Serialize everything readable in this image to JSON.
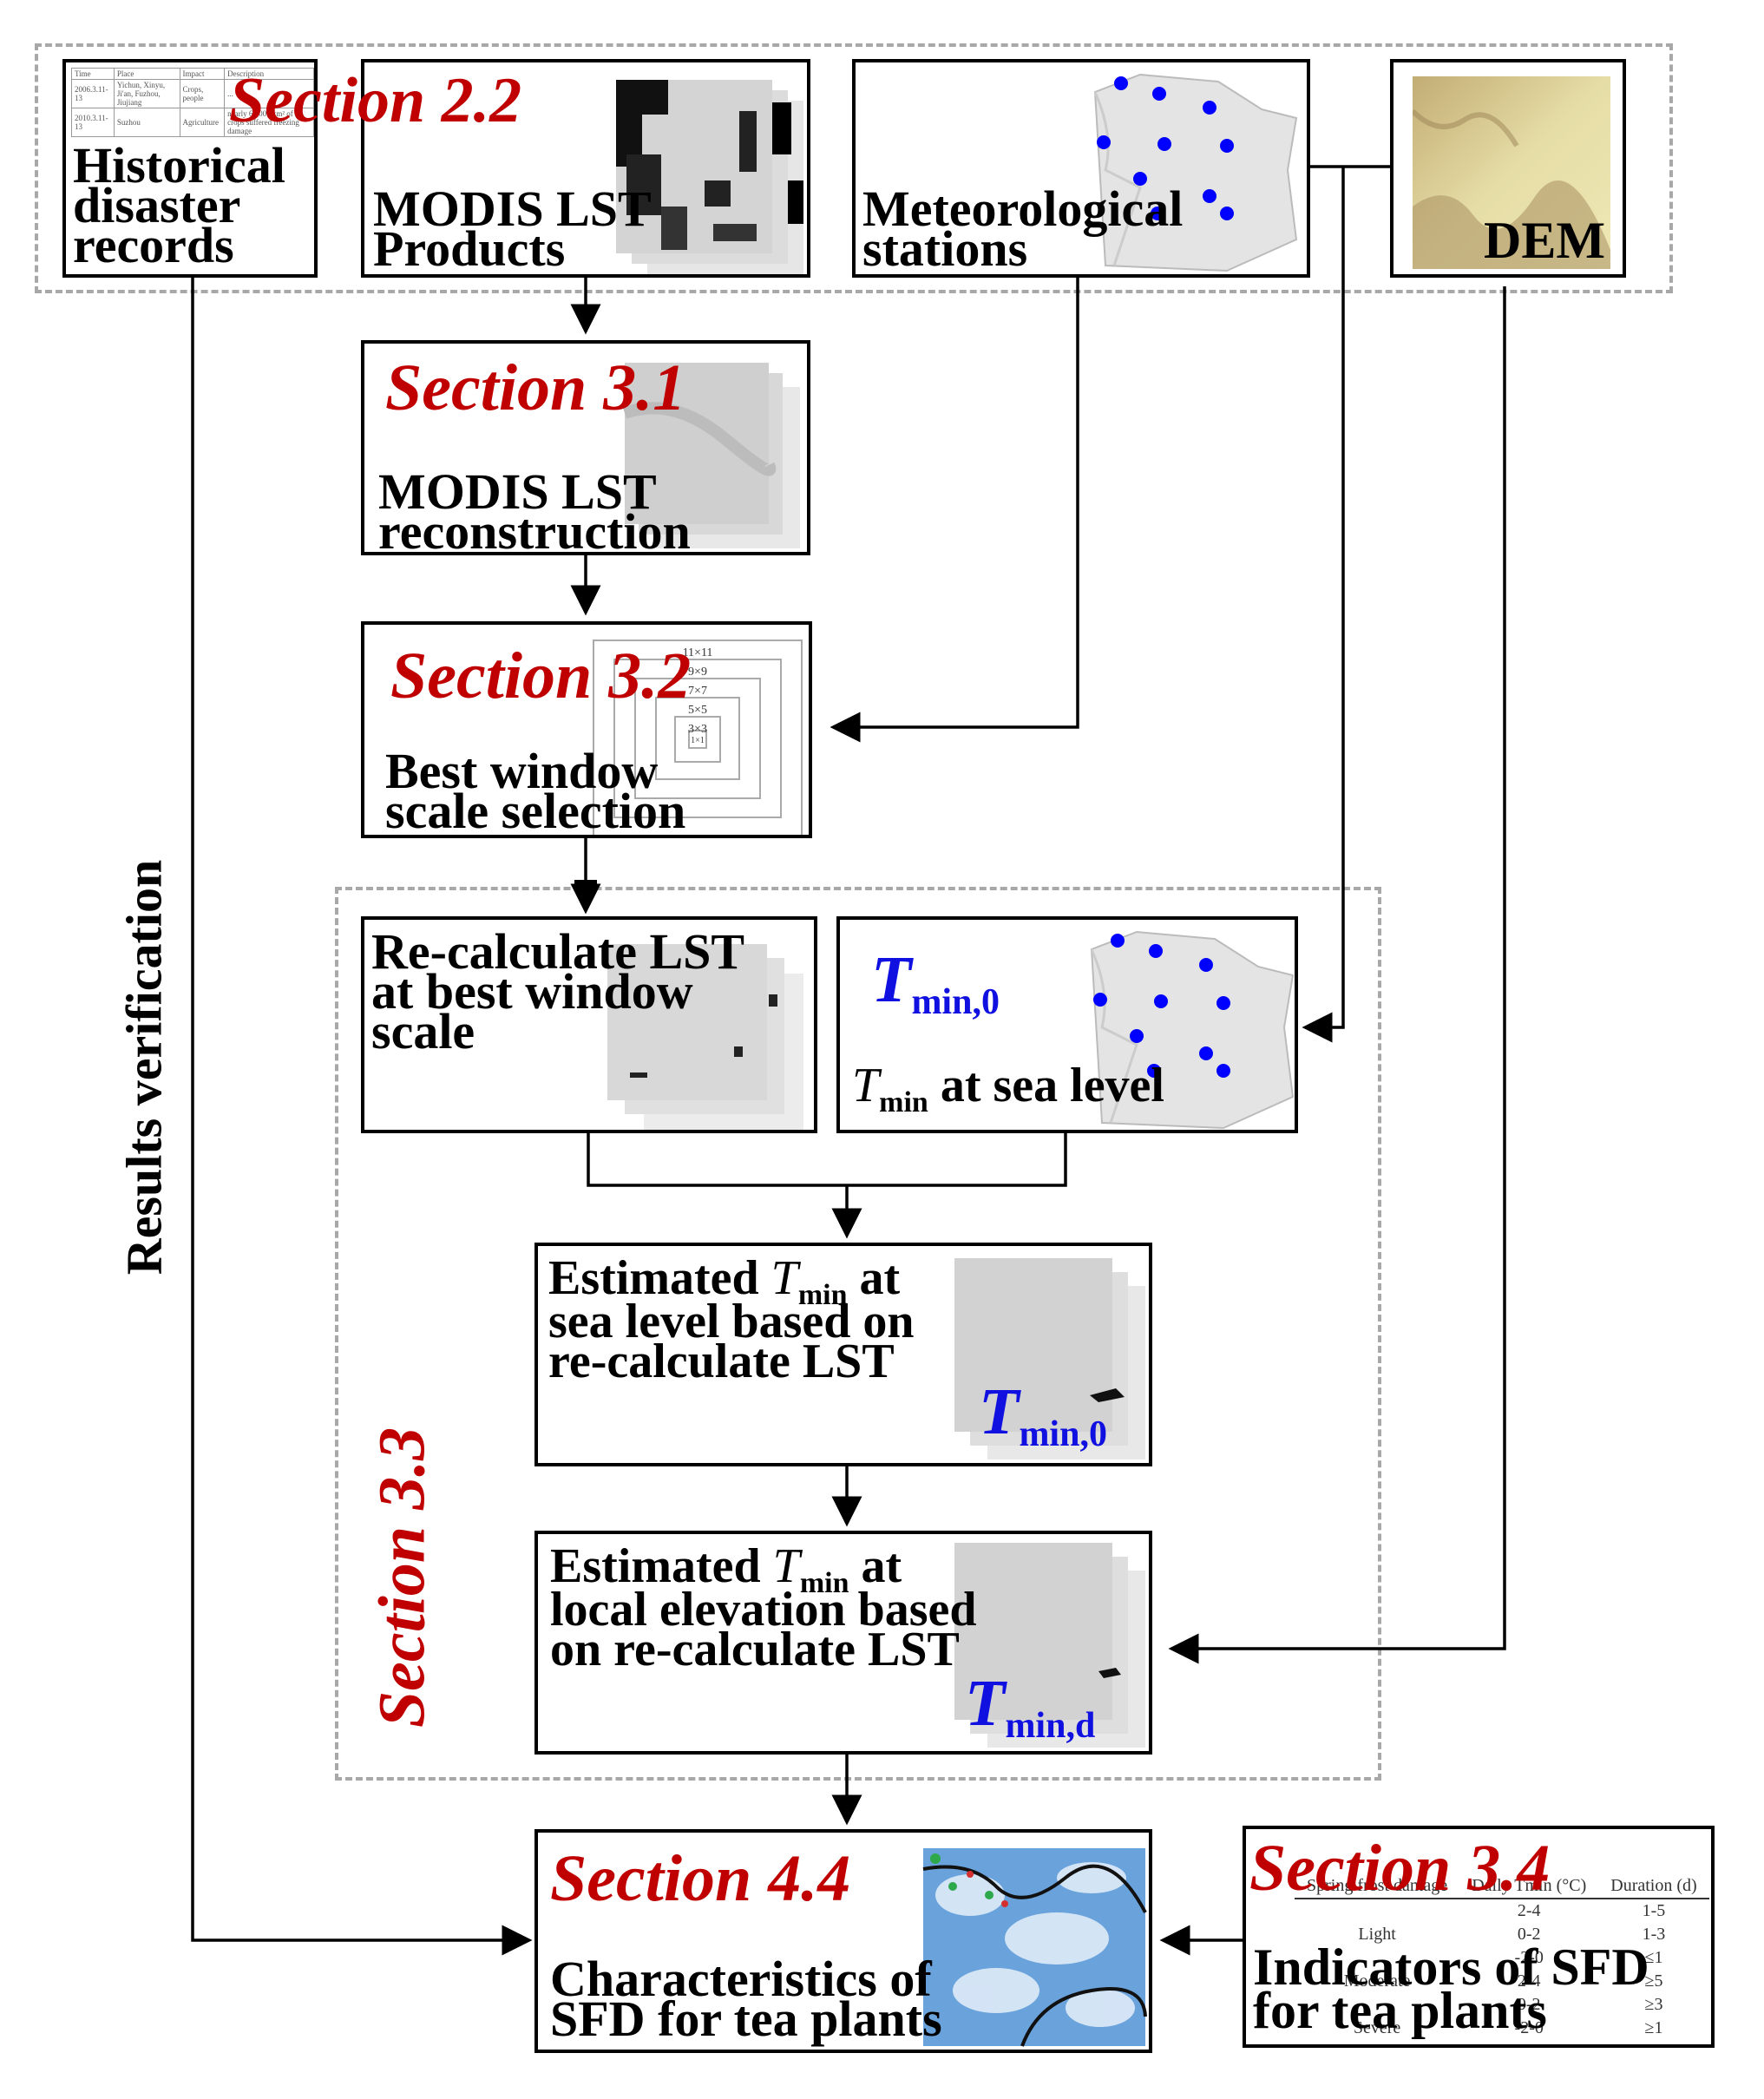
{
  "sections": {
    "s22": "Section 2.2",
    "s31": "Section 3.1",
    "s32": "Section 3.2",
    "s33": "Section 3.3",
    "s34": "Section 3.4",
    "s44": "Section 4.4"
  },
  "inputs": {
    "historical": "Historical\ndisaster\nrecords",
    "modis": "MODIS LST\nProducts",
    "meteo": "Meteorological\nstations",
    "dem": "DEM"
  },
  "steps": {
    "reconstruction": "MODIS LST\nreconstruction",
    "best_window": "Best window\nscale selection",
    "recalc": "Re-calculate LST\nat best window\nscale",
    "tmin_sea_symbol": "T",
    "tmin_sea_symbol_sub": "min,0",
    "tmin_sea_label_t": "T",
    "tmin_sea_label_sub": "min",
    "tmin_sea_label_rest": " at sea level",
    "est_sea_pre": "Estimated ",
    "est_sea_t": "T",
    "est_sea_sub": "min",
    "est_sea_post": " at",
    "est_sea_rest": "sea level based on\nre-calculate LST",
    "est_sea_symbol": "T",
    "est_sea_symbol_sub": "min,0",
    "est_local_pre": "Estimated ",
    "est_local_t": "T",
    "est_local_sub": "min",
    "est_local_post": " at",
    "est_local_rest": "local elevation based\non re-calculate LST",
    "est_local_symbol": "T",
    "est_local_symbol_sub": "min,d",
    "characteristics": "Characteristics of\nSFD for tea plants",
    "indicators": "Indicators of SFD\nfor tea plants",
    "verification": "Results verification"
  },
  "thumbnails": {
    "window_scales": [
      "11×11",
      "9×9",
      "7×7",
      "5×5",
      "3×3",
      "1×1"
    ],
    "records_header": [
      "Time",
      "Place",
      "Impact",
      "Description"
    ],
    "records_rows": [
      [
        "2006.3.11-13",
        "Yichun, Xinyu, Ji'an, Fuzhou, Jiujiang",
        "Crops, people",
        "..."
      ],
      [
        "2010.3.11-13",
        "Suzhou",
        "Agriculture",
        "nearly 60,000 km² of crops suffered freezing damage"
      ]
    ],
    "sfd_table_header": [
      "Spring frost damage",
      "Daily Tmin (°C)",
      "Duration (d)"
    ],
    "sfd_table_rows": [
      [
        "",
        "2-4",
        "1-5"
      ],
      [
        "Light",
        "0-2",
        "1-3"
      ],
      [
        "",
        "-2-0",
        "≤1"
      ],
      [
        "Moderate",
        "2-4",
        "≥5"
      ],
      [
        "",
        "0-2",
        "≥3"
      ],
      [
        "Severe",
        "-2-0",
        "≥1"
      ]
    ]
  },
  "colors": {
    "section_red": "#c00000",
    "symbol_blue": "#1010e0",
    "station_dot": "#0000ff",
    "dashed_group": "#a8a8a8"
  }
}
